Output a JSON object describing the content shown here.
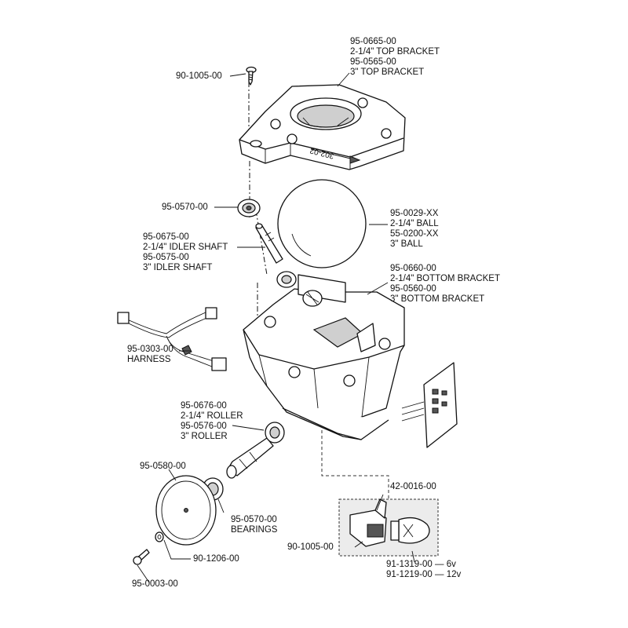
{
  "labels": {
    "screw_top": "90-1005-00",
    "top_bracket": [
      "95-0665-00",
      "2-1/4\" TOP BRACKET",
      "95-0565-00",
      "3\" TOP BRACKET"
    ],
    "bracket_stamp": "302-02",
    "bearing_top": "95-0570-00",
    "ball": [
      "95-0029-XX",
      "2-1/4\" BALL",
      "55-0200-XX",
      "3\" BALL"
    ],
    "idler_shaft": [
      "95-0675-00",
      "2-1/4\" IDLER SHAFT",
      "95-0575-00",
      "3\" IDLER SHAFT"
    ],
    "bottom_bracket": [
      "95-0660-00",
      "2-1/4\" BOTTOM BRACKET",
      "95-0560-00",
      "3\" BOTTOM BRACKET"
    ],
    "harness": [
      "95-0303-00",
      "HARNESS"
    ],
    "roller": [
      "95-0676-00",
      "2-1/4\" ROLLER",
      "95-0576-00",
      "3\" ROLLER"
    ],
    "encoder_wheel": "95-0580-00",
    "bearings": [
      "95-0570-00",
      "BEARINGS"
    ],
    "washer": "90-1206-00",
    "screw_bottom": "95-0003-00",
    "lamp_socket": "42-0016-00",
    "screw_lamp": "90-1005-00",
    "lamp": [
      "91-1319-00 — 6v",
      "91-1219-00 — 12v"
    ]
  },
  "colors": {
    "line": "#111111",
    "shade": "#cfcfcf",
    "background": "#ffffff"
  }
}
